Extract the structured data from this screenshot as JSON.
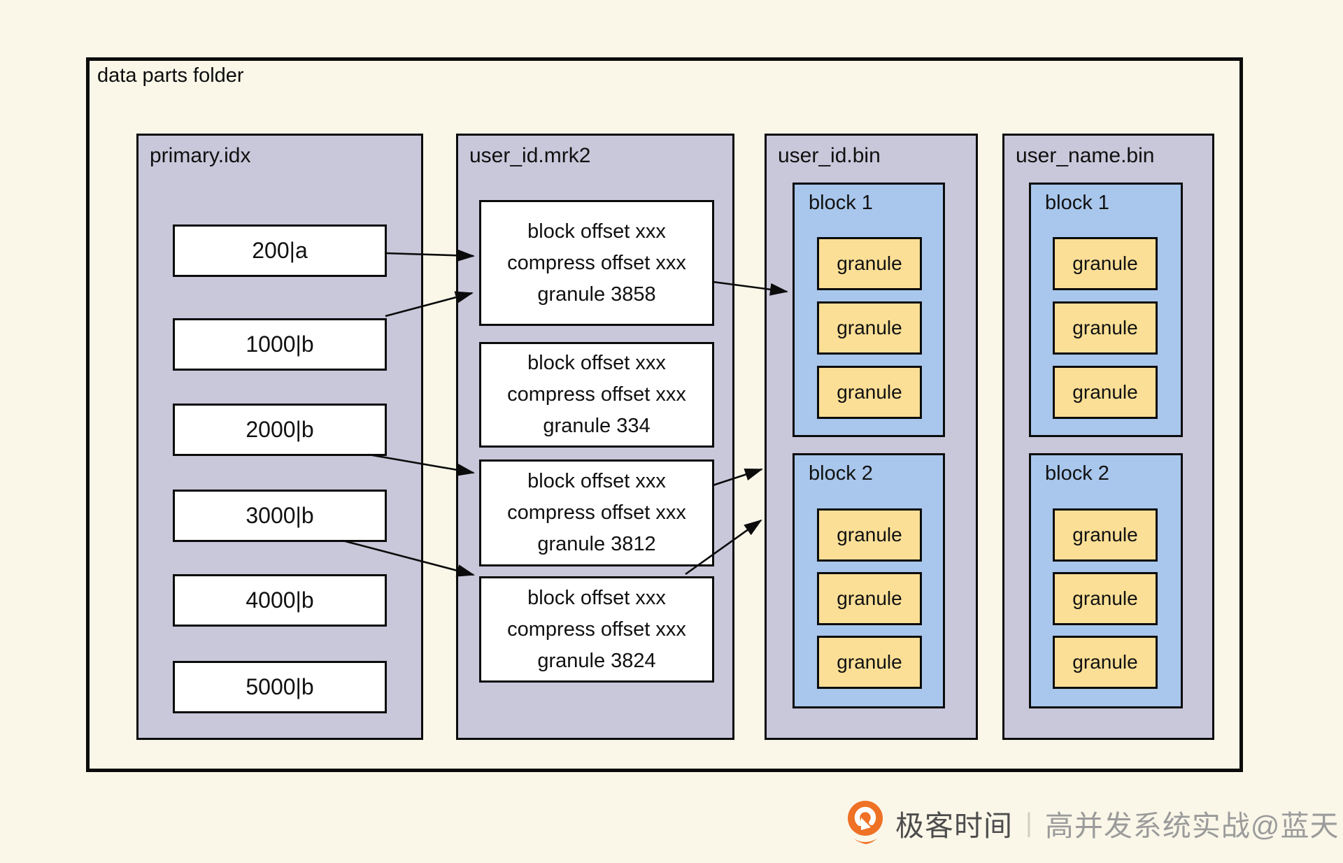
{
  "diagram": {
    "container_label": "data parts folder",
    "primary_idx": {
      "label": "primary.idx",
      "rows": [
        "200|a",
        "1000|b",
        "2000|b",
        "3000|b",
        "4000|b",
        "5000|b"
      ]
    },
    "user_id_mrk2": {
      "label": "user_id.mrk2",
      "marks": [
        {
          "line1": "block offset xxx",
          "line2": "compress offset xxx",
          "line3": "granule 3858"
        },
        {
          "line1": "block offset xxx",
          "line2": "compress offset xxx",
          "line3": "granule 334"
        },
        {
          "line1": "block offset xxx",
          "line2": "compress offset xxx",
          "line3": "granule 3812"
        },
        {
          "line1": "block offset xxx",
          "line2": "compress offset xxx",
          "line3": "granule 3824"
        }
      ]
    },
    "user_id_bin": {
      "label": "user_id.bin",
      "blocks": [
        {
          "label": "block 1",
          "granules": [
            "granule",
            "granule",
            "granule"
          ]
        },
        {
          "label": "block 2",
          "granules": [
            "granule",
            "granule",
            "granule"
          ]
        }
      ]
    },
    "user_name_bin": {
      "label": "user_name.bin",
      "blocks": [
        {
          "label": "block 1",
          "granules": [
            "granule",
            "granule",
            "granule"
          ]
        },
        {
          "label": "block 2",
          "granules": [
            "granule",
            "granule",
            "granule"
          ]
        }
      ]
    }
  },
  "footer": {
    "brand": "极客时间",
    "divider": "|",
    "credit": "高并发系统实战@蓝天"
  },
  "colors": {
    "background": "#FAF7E9",
    "panel": "#C9C7DA",
    "block_blue": "#A9C7EC",
    "granule_yellow": "#FBDF96",
    "border": "#0B0B0B",
    "brand_orange": "#EE7125",
    "brand_text": "#4D4D4D",
    "credit_text": "#9B9B9B"
  }
}
